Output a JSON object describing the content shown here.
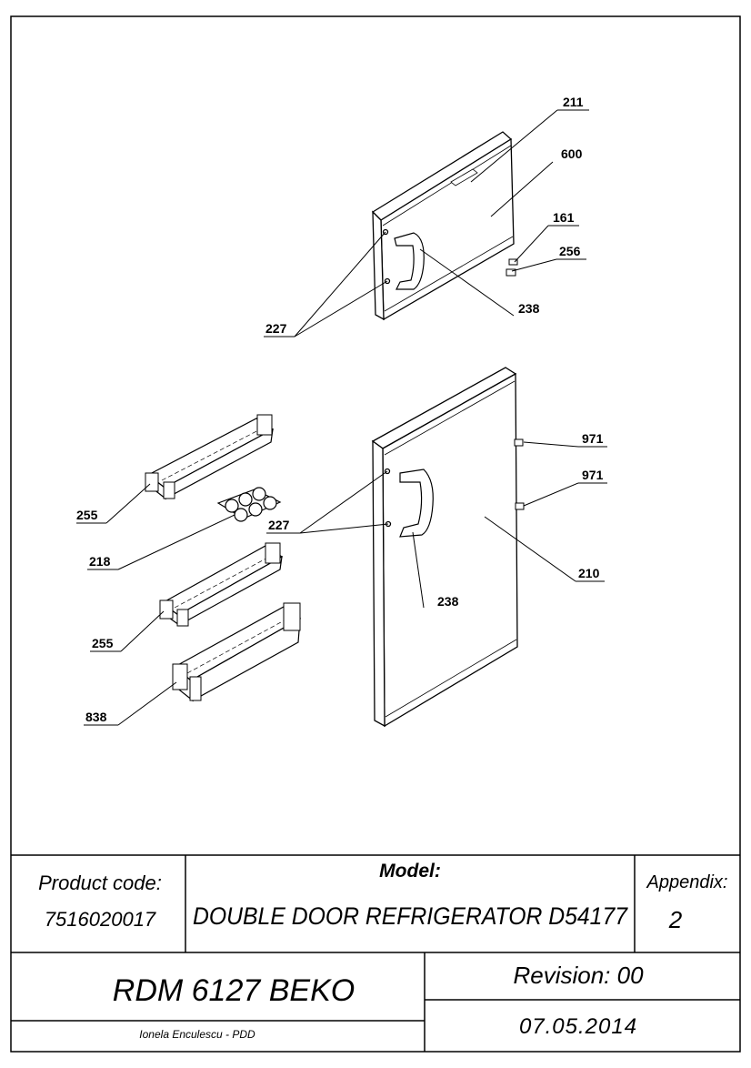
{
  "callouts": {
    "c211": "211",
    "c600": "600",
    "c161": "161",
    "c256": "256",
    "c227_top": "227",
    "c238_top": "238",
    "c971_a": "971",
    "c971_b": "971",
    "c255_a": "255",
    "c218": "218",
    "c227_bottom": "227",
    "c210": "210",
    "c238_bottom": "238",
    "c255_b": "255",
    "c838": "838"
  },
  "title_block": {
    "product_code_label": "Product code:",
    "product_code": "7516020017",
    "model_label": "Model:",
    "model": "DOUBLE DOOR REFRIGERATOR D54177",
    "appendix_label": "Appendix:",
    "appendix": "2",
    "model_code": "RDM 6127 BEKO",
    "revision": "Revision: 00",
    "author": "Ionela Enculescu - PDD",
    "date": "07.05.2014"
  }
}
